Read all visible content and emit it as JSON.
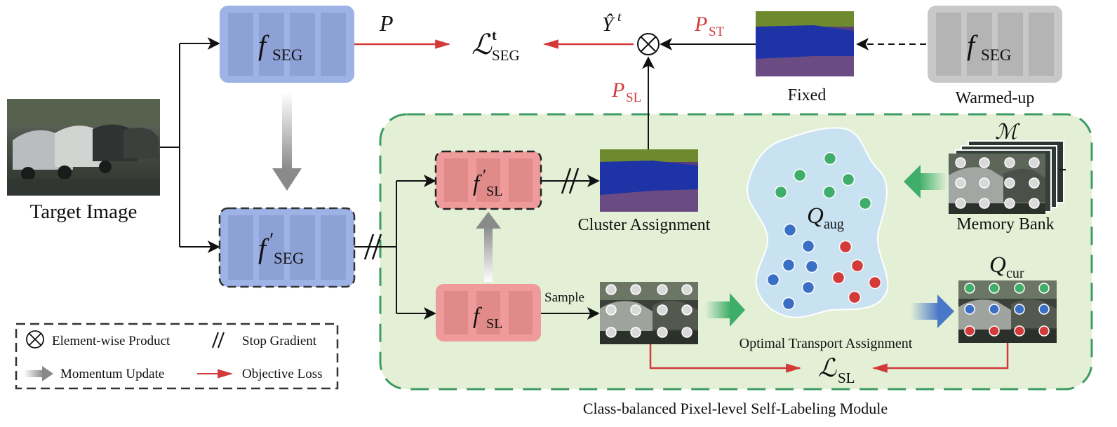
{
  "labels": {
    "target_image": "Target Image",
    "P": "P",
    "Y_hat": "Ŷ",
    "Y_hat_sup": "t",
    "L_seg_main": "ℒ",
    "L_seg_sup": "t",
    "L_seg_sub": "SEG",
    "P_ST_main": "P",
    "P_ST_sub": "ST",
    "P_SL_main": "P",
    "P_SL_sub": "SL",
    "fixed": "Fixed",
    "warmed_up": "Warmed-up",
    "f_main": "f",
    "SEG": "SEG",
    "SL": "SL",
    "prime": "′",
    "cluster_assignment": "Cluster Assignment",
    "sample": "Sample",
    "Q_aug_main": "Q",
    "Q_aug_sub": "aug",
    "Q_cur_main": "Q",
    "Q_cur_sub": "cur",
    "M": "ℳ",
    "memory_bank": "Memory Bank",
    "ot_assignment": "Optimal Transport Assignment",
    "L_SL_main": "ℒ",
    "L_SL_sub": "SL",
    "module_caption": "Class-balanced Pixel-level Self-Labeling Module"
  },
  "legend": {
    "element_wise": "Element-wise Product",
    "stop_gradient": "Stop Gradient",
    "momentum": "Momentum Update",
    "objective": "Objective Loss"
  },
  "colors": {
    "seg_fill": "#9db3e6",
    "seg_stripe": "#8ea1d6",
    "sl_fill": "#ef9b9b",
    "sl_stripe": "#e08a8a",
    "gray_fill": "#c8c8c8",
    "gray_stripe": "#b4b4b4",
    "module_bg": "#e3f0d6",
    "module_border": "#3e9c62",
    "blob": "#c9e2f2",
    "red_arrow": "#d23a3a",
    "green_dot": "#3fae6a",
    "blue_dot": "#3a6fc6",
    "red_dot": "#d33a3a"
  }
}
